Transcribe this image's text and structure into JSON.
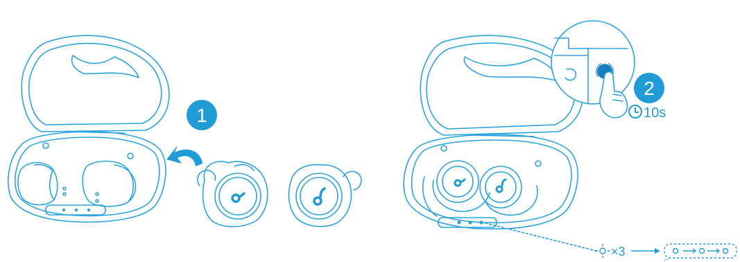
{
  "steps": [
    {
      "number": "1"
    },
    {
      "number": "2",
      "duration": "10s"
    }
  ],
  "indicator": {
    "blink_count": "×3"
  },
  "colors": {
    "accent": "#1f9bd6",
    "accent_dark": "#1a7fb8",
    "line": "#2aa3dd"
  },
  "icons": [
    "left-logo-icon",
    "right-logo-icon",
    "curved-arrow-icon",
    "clock-icon",
    "finger-press-icon",
    "led-blink-icon"
  ]
}
